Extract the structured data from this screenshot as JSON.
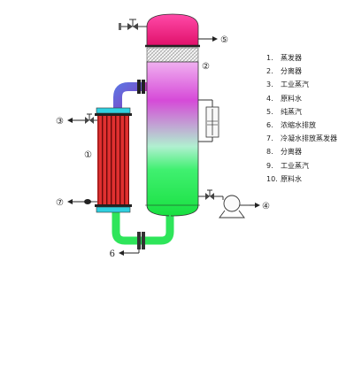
{
  "legend": [
    {
      "num": "1.",
      "text": "蒸发器"
    },
    {
      "num": "2.",
      "text": "分离器"
    },
    {
      "num": "3.",
      "text": "工业蒸汽"
    },
    {
      "num": "4.",
      "text": "原料水"
    },
    {
      "num": "5.",
      "text": "纯蒸汽"
    },
    {
      "num": "6.",
      "text": "浓缩水排放"
    },
    {
      "num": "7.",
      "text": "冷凝水排放蒸发器"
    },
    {
      "num": "8.",
      "text": "分离器"
    },
    {
      "num": "9.",
      "text": "工业蒸汽"
    },
    {
      "num": "10.",
      "text": "原料水"
    }
  ],
  "diagram_labels": {
    "evaporator": "①",
    "separator": "②",
    "steam_in": "③",
    "feed_water": "④",
    "pure_steam": "⑤",
    "drain": "6",
    "condensate": "⑦"
  },
  "colors": {
    "separator_top": "#e8157a",
    "separator_body_top": "#d94ae0",
    "separator_body_bottom": "#20e650",
    "tube_red": "#c01818",
    "tube_cyan": "#30d0e0",
    "pipe_green": "#2ee55a",
    "pipe_purple": "#6a5acd"
  }
}
